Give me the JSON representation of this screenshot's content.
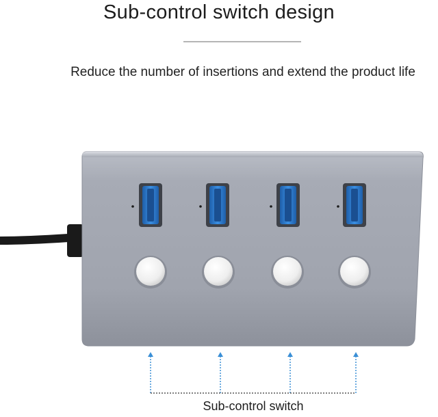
{
  "heading": {
    "title": "Sub-control switch design",
    "subtitle": "Reduce the number of insertions and extend the product life"
  },
  "product": {
    "image_name": "usb-hub-4-port-aluminum",
    "port_count": 4,
    "colors": {
      "body": "#a3a8b2",
      "port_blue": "#2f7fd0",
      "button": "#f4f4f4",
      "arrow": "#3a8fd6"
    }
  },
  "annotation": {
    "label": "Sub-control switch"
  }
}
